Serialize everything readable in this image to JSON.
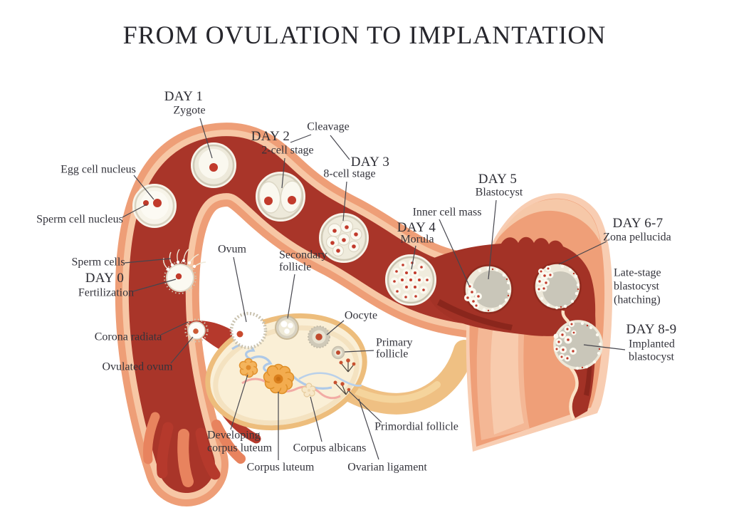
{
  "title": "FROM OVULATION TO IMPLANTATION",
  "colors": {
    "background": "#ffffff",
    "tube_outer": "#EE9E77",
    "tube_lining": "#F7C7A5",
    "tube_lumen": "#A93529",
    "uterus_serosa": "#F8CDB2",
    "uterus_muscle": "#EF9F78",
    "endometrium": "#A33226",
    "endometrium_dark": "#8A261C",
    "endometrium_border": "#FBE3C6",
    "ovary_fill": "#FAEFD6",
    "ovary_border": "#EDBD7C",
    "ligament": "#EFC083",
    "corpus_luteum": "#F3AC4F",
    "cell_body": "#F7F4E9",
    "cell_gray": "#C9C6B9",
    "nucleus_red": "#C13A2B",
    "vessel_blue": "#AEC9E8",
    "vessel_pink": "#F2ABA4",
    "label_text": "#33333b",
    "leader_line": "#46464e"
  },
  "labels": {
    "day1": {
      "day": "DAY 1",
      "name": "Zygote"
    },
    "day2": {
      "day": "DAY 2",
      "name": "2-cell stage"
    },
    "cleavage": "Cleavage",
    "day3": {
      "day": "DAY 3",
      "name": "8-cell stage"
    },
    "day4": {
      "day": "DAY 4",
      "name": "Morula"
    },
    "day5": {
      "day": "DAY 5",
      "name": "Blastocyst"
    },
    "inner_cell_mass": "Inner cell mass",
    "day67": {
      "day": "DAY 6-7",
      "name": "Zona pellucida"
    },
    "late_stage": {
      "line1": "Late-stage",
      "line2": "blastocyst",
      "line3": "(hatching)"
    },
    "day89": {
      "day": "DAY 8-9",
      "line1": "Implanted",
      "line2": "blastocyst"
    },
    "egg_cell_nucleus": "Egg cell nucleus",
    "sperm_cell_nucleus": "Sperm cell nucleus",
    "sperm_cells": "Sperm cells",
    "day0": {
      "day": "DAY 0",
      "name": "Fertilization"
    },
    "corona_radiata": "Corona radiata",
    "ovulated_ovum": "Ovulated ovum",
    "ovum": "Ovum",
    "secondary_follicle": {
      "line1": "Secondary",
      "line2": "follicle"
    },
    "oocyte": "Oocyte",
    "primary_follicle": {
      "line1": "Primary",
      "line2": "follicle"
    },
    "primordial_follicle": "Primordial follicle",
    "developing_corpus_luteum": {
      "line1": "Developing",
      "line2": "corpus luteum"
    },
    "corpus_albicans": "Corpus albicans",
    "corpus_luteum": "Corpus luteum",
    "ovarian_ligament": "Ovarian ligament"
  }
}
